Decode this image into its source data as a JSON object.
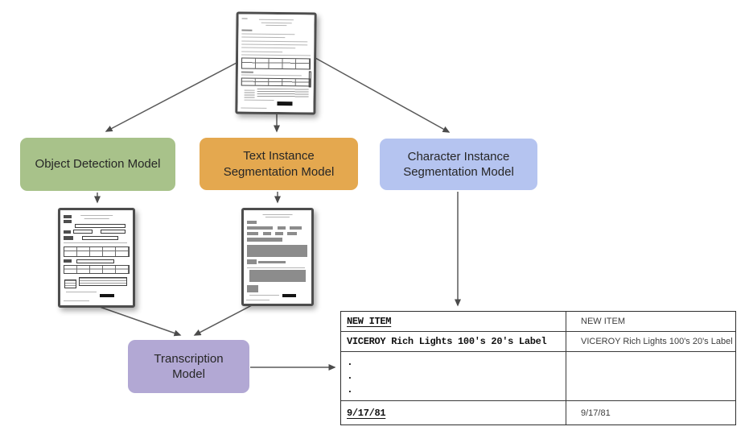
{
  "diagram": {
    "arrow_color": "#565656",
    "nodes": {
      "object_detection": {
        "label": "Object Detection Model",
        "color": "#a8c28a"
      },
      "text_segmentation": {
        "label": "Text Instance Segmentation Model",
        "color": "#e4a84f"
      },
      "character_segmentation": {
        "label": "Character Instance Segmentation Model",
        "color": "#b5c4f0"
      },
      "transcription": {
        "label": "Transcription Model",
        "color": "#b2a8d4"
      }
    },
    "thumbnails": {
      "input": "scanned-form-document",
      "object_detection": "form-with-bounding-boxes",
      "text_segmentation": "form-with-text-masks"
    }
  },
  "output_table": {
    "rows": [
      {
        "scanned": "NEW ITEM",
        "transcribed": "NEW ITEM"
      },
      {
        "scanned": "VICEROY Rich Lights 100's 20's Label",
        "transcribed": "VICEROY Rich Lights 100's 20's Label"
      },
      {
        "scanned": "",
        "transcribed": ""
      },
      {
        "scanned": "9/17/81",
        "transcribed": "9/17/81"
      }
    ],
    "ellipsis": [
      ".",
      ".",
      "."
    ]
  }
}
